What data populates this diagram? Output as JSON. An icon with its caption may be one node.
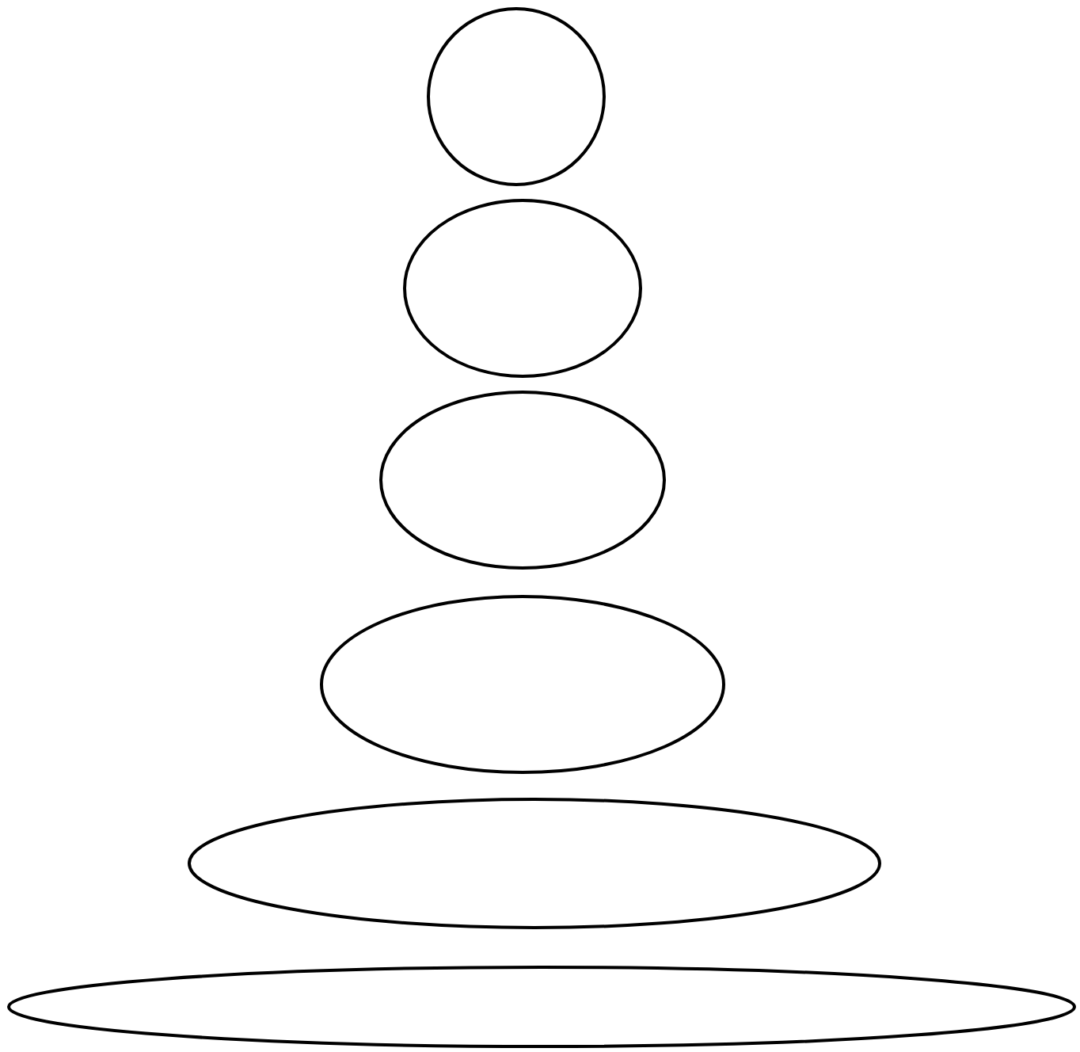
{
  "diagram": {
    "nodes": [
      {
        "text": [],
        "shape": "circle"
      },
      {
        "text": [],
        "shape": "ellipse"
      },
      {
        "text": [],
        "shape": "ellipse"
      },
      {
        "text": [],
        "shape": "ellipse"
      },
      {
        "text": [],
        "shape": "ellipse"
      },
      {
        "text": [],
        "shape": "ellipse"
      }
    ]
  }
}
